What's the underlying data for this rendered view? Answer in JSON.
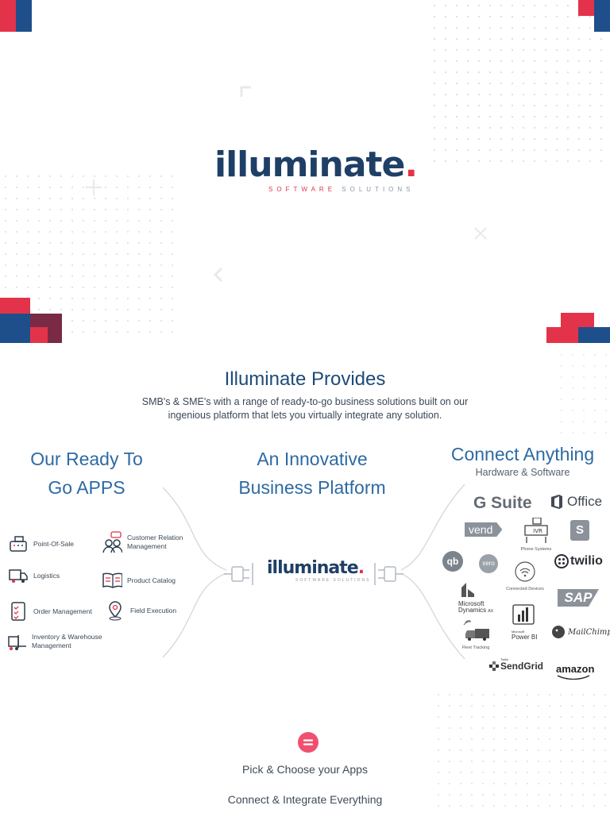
{
  "hero": {
    "logo_word": "illuminate",
    "logo_dot": ".",
    "logo_sub_red": "SOFTWARE",
    "logo_sub_rest": "SOLUTIONS"
  },
  "provides": {
    "title": "Illuminate Provides",
    "desc_line1": "SMB's & SME's with a range of ready-to-go business solutions built on our",
    "desc_line2": "ingenious platform that lets you virtually integrate any solution."
  },
  "apps_col": {
    "line1": "Our Ready To",
    "line2": "Go APPS",
    "items": [
      {
        "label_1": "Point-Of-Sale",
        "label_2": "",
        "icon": "cash-register-icon"
      },
      {
        "label_1": "Logistics",
        "label_2": "",
        "icon": "truck-icon"
      },
      {
        "label_1": "Order Management",
        "label_2": "",
        "icon": "checklist-icon"
      },
      {
        "label_1": "Inventory & Warehouse",
        "label_2": "Management",
        "icon": "forklift-icon"
      },
      {
        "label_1": "Customer Relation",
        "label_2": "Management",
        "icon": "people-chat-icon"
      },
      {
        "label_1": "Product Catalog",
        "label_2": "",
        "icon": "open-book-icon"
      },
      {
        "label_1": "Field Execution",
        "label_2": "",
        "icon": "location-pin-icon"
      }
    ]
  },
  "platform_col": {
    "line1": "An Innovative",
    "line2": "Business Platform",
    "logo_word": "illuminate",
    "logo_dot": ".",
    "logo_sub": "SOFTWARE SOLUTIONS"
  },
  "connect_col": {
    "title": "Connect Anything",
    "subtitle": "Hardware & Software",
    "brands": {
      "gsuite": "G Suite",
      "office": "Office",
      "vend": "vend",
      "phone_systems": "Phone Systems",
      "ivr": "IVR",
      "shopify": "S",
      "qb": "qb",
      "xero": "xero",
      "connected_devices": "Connected Devices",
      "twilio": "twilio",
      "sap": "SAP",
      "ms_dynamics_1": "Microsoft",
      "ms_dynamics_2": "Dynamics",
      "ms_dynamics_ax": "AX",
      "powerbi_small": "Microsoft",
      "powerbi": "Power BI",
      "mailchimp": "MailChimp",
      "fleet": "Fleet Tracking",
      "sendgrid_small": "Twilio",
      "sendgrid": "SendGrid",
      "amazon": "amazon"
    }
  },
  "footer": {
    "line1": "Pick & Choose your Apps",
    "line2": "Connect & Integrate Everything"
  },
  "colors": {
    "navy": "#1e3f66",
    "red": "#e3334b",
    "blue_head": "#2e6aa3",
    "pink_badge": "#f0506e"
  }
}
